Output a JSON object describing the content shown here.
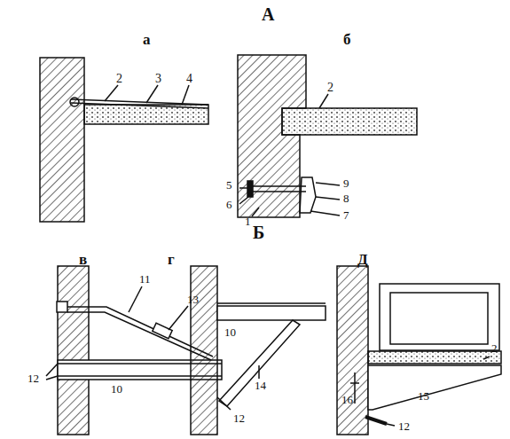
{
  "diagram": {
    "labels": [
      "А",
      "а",
      "б",
      "2",
      "3",
      "4",
      "2",
      "5",
      "6",
      "1",
      "9",
      "8",
      "7",
      "Б",
      "в",
      "г",
      "Д",
      "11",
      "13",
      "12",
      "10",
      "10",
      "14",
      "12",
      "2",
      "16",
      "15",
      "12"
    ]
  }
}
